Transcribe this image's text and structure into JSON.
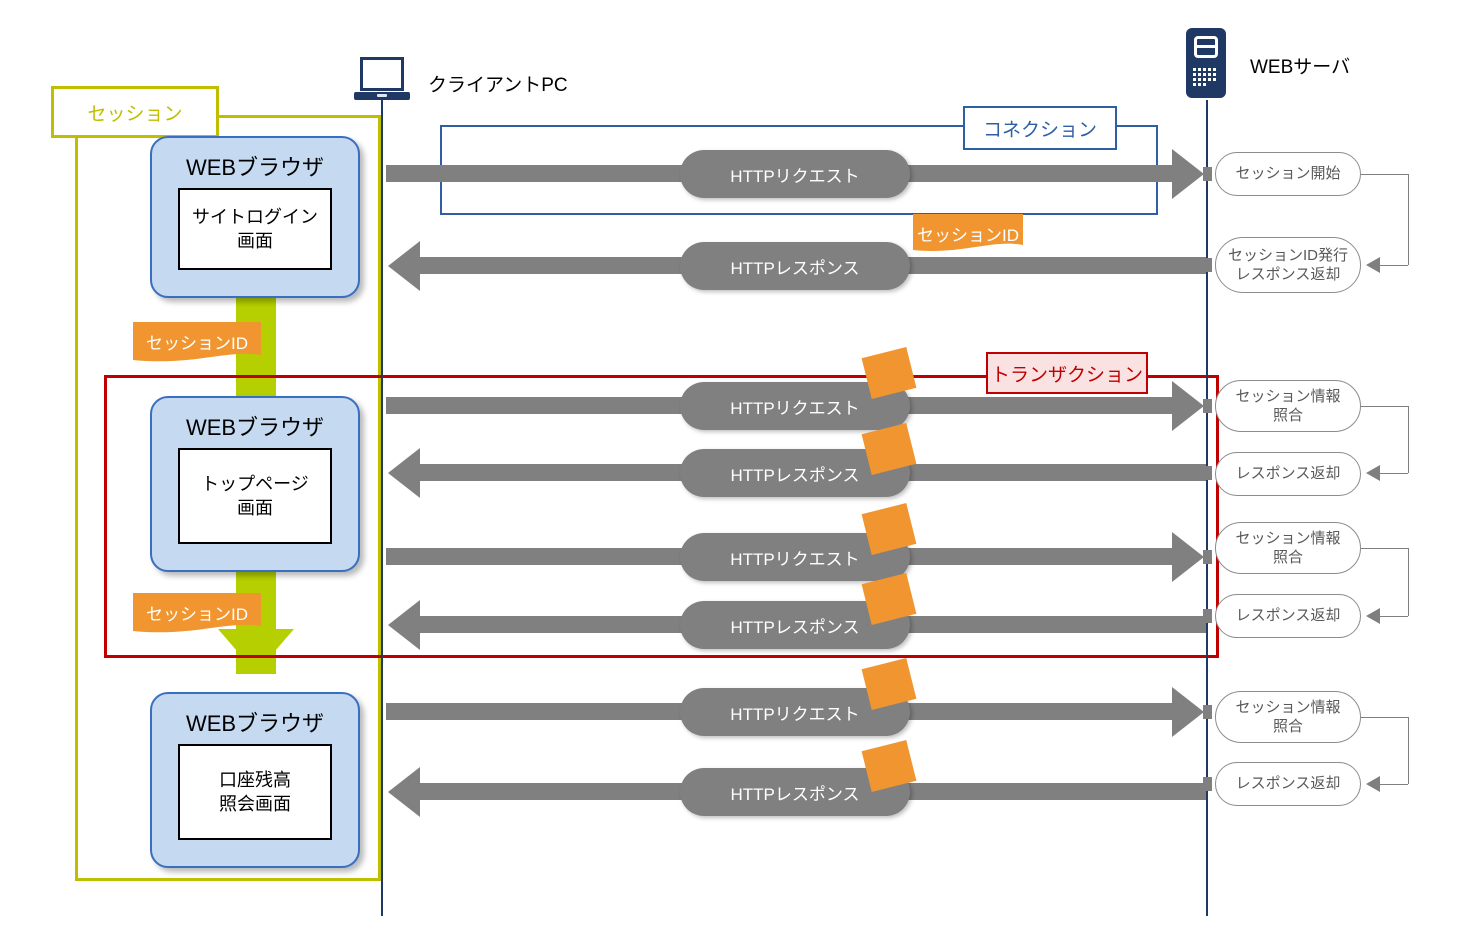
{
  "diagram": {
    "title": "WEB session / connection / transaction sequence diagram",
    "colors": {
      "session": "#bfbf00",
      "transaction": "#c00000",
      "connection": "#2e5fa3",
      "browser_fill": "#c5d9f1",
      "browser_border": "#3a6fbf",
      "arrow_gray": "#808080",
      "session_id_orange": "#f0952f",
      "green_arrow": "#b5cf00",
      "node_icon": "#1f3864",
      "server_pill_text": "#595959"
    }
  },
  "nodes": {
    "client": {
      "label": "クライアントPC",
      "icon": "laptop-icon"
    },
    "server": {
      "label": "WEBサーバ",
      "icon": "server-icon"
    }
  },
  "scopes": {
    "session": {
      "label": "セッション"
    },
    "connection": {
      "label": "コネクション"
    },
    "transaction": {
      "label": "トランザクション"
    }
  },
  "browsers": [
    {
      "title": "WEBブラウザ",
      "screen": "サイトログイン\n画面"
    },
    {
      "title": "WEBブラウザ",
      "screen": "トップページ\n画面"
    },
    {
      "title": "WEBブラウザ",
      "screen": "口座残高\n照会画面"
    }
  ],
  "session_id_banners": [
    {
      "label": "セッションID"
    },
    {
      "label": "セッションID"
    },
    {
      "label": "セッションID"
    }
  ],
  "messages": [
    {
      "label": "HTTPリクエスト",
      "direction": "to-server",
      "has_session_id_tag": false
    },
    {
      "label": "HTTPレスポンス",
      "direction": "to-client",
      "has_session_id_tag": false
    },
    {
      "label": "HTTPリクエスト",
      "direction": "to-server",
      "has_session_id_tag": true
    },
    {
      "label": "HTTPレスポンス",
      "direction": "to-client",
      "has_session_id_tag": true
    },
    {
      "label": "HTTPリクエスト",
      "direction": "to-server",
      "has_session_id_tag": true
    },
    {
      "label": "HTTPレスポンス",
      "direction": "to-client",
      "has_session_id_tag": true
    },
    {
      "label": "HTTPリクエスト",
      "direction": "to-server",
      "has_session_id_tag": true
    },
    {
      "label": "HTTPレスポンス",
      "direction": "to-client",
      "has_session_id_tag": true
    }
  ],
  "server_steps": [
    {
      "label": "セッション開始"
    },
    {
      "label": "セッションID発行\nレスポンス返却"
    },
    {
      "label": "セッション情報\n照合"
    },
    {
      "label": "レスポンス返却"
    },
    {
      "label": "セッション情報\n照合"
    },
    {
      "label": "レスポンス返却"
    },
    {
      "label": "セッション情報\n照合"
    },
    {
      "label": "レスポンス返却"
    }
  ]
}
